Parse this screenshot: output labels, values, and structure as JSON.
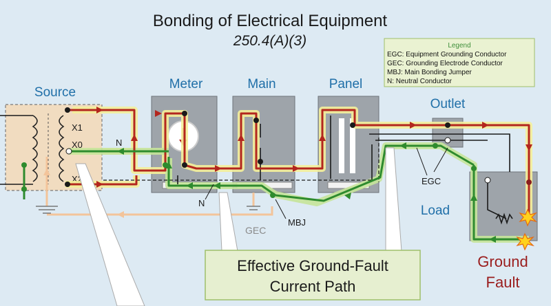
{
  "title": "Bonding of Electrical Equipment",
  "subtitle": "250.4(A)(3)",
  "legend": {
    "title": "Legend",
    "items": [
      "EGC: Equipment Grounding Conductor",
      "GEC: Grounding Electrode Conductor",
      "MBJ: Main Bonding Jumper",
      "N: Neutral Conductor"
    ]
  },
  "sections": {
    "source": "Source",
    "meter": "Meter",
    "main": "Main",
    "panel": "Panel",
    "outlet": "Outlet",
    "load": "Load"
  },
  "terminals": {
    "x1": "X1",
    "x0": "X0",
    "x2": "X2"
  },
  "labels": {
    "n_top": "N",
    "n_bottom": "N",
    "egc": "EGC",
    "gec": "GEC",
    "mbj": "MBJ"
  },
  "callout": {
    "line1": "Effective Ground-Fault",
    "line2": "Current Path"
  },
  "fault": {
    "line1": "Ground",
    "line2": "Fault"
  },
  "colors": {
    "background": "#ddeaf3",
    "fault_current": "#b3261e",
    "ground_path": "#2e8b2e",
    "highlight_glow": "#f4ef9a",
    "label_blue": "#1f6fa8",
    "enclosure": "#9ea4aa",
    "source_box": "#f1dcc0",
    "gec_wire": "#f3c49a"
  }
}
